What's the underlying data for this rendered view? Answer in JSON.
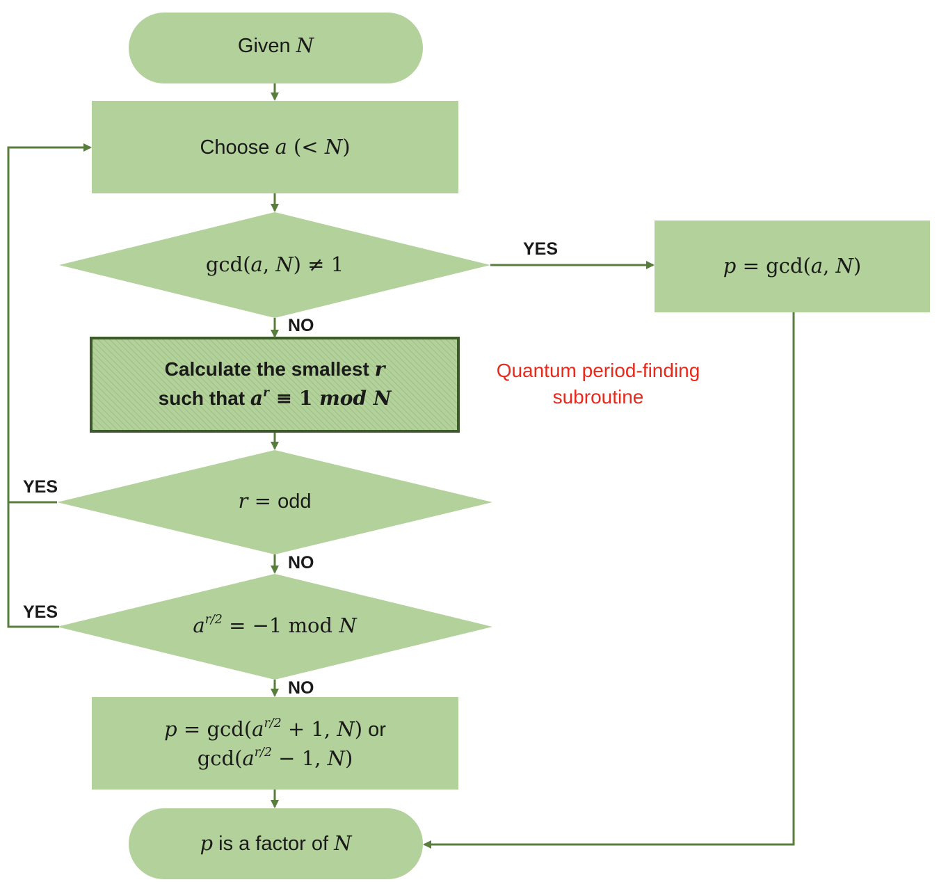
{
  "nodes": {
    "start": {
      "pre": "Given ",
      "var": "N"
    },
    "choose": {
      "pre": "Choose ",
      "var": "a",
      "mid": " (< ",
      "var2": "N",
      "post": ")"
    },
    "gcd_check": {
      "fn": "gcd(",
      "a": "a",
      "comma": ", ",
      "n": "N",
      "rest": ") ≠ 1"
    },
    "gcd_result": {
      "p": "p",
      "eq": " = gcd(",
      "a": "a",
      "comma": ", ",
      "n": "N",
      "close": ")"
    },
    "quantum": {
      "line1_text": "Calculate the smallest ",
      "line1_var": "r",
      "line2_text": "such that ",
      "line2_a": "a",
      "line2_r": "r",
      "line2_rest": " ≡ 1 ",
      "line2_mod": "mod N"
    },
    "r_odd": {
      "r": "r",
      "eq": " = ",
      "odd": "odd"
    },
    "half_power": {
      "a": "a",
      "exp": "r/2",
      "rest": " = −1 mod ",
      "n": "N"
    },
    "compute_p": {
      "p": "p",
      "l1a": " = gcd(",
      "a1": "a",
      "exp1": "r/2",
      "l1b": " + 1, ",
      "n1": "N",
      "l1c": ")",
      "or": " or",
      "l2a": "gcd(",
      "a2": "a",
      "exp2": "r/2",
      "l2b": " − 1, ",
      "n2": "N",
      "l2c": ")"
    },
    "end": {
      "p": "p",
      "text": " is a factor of ",
      "n": "N"
    }
  },
  "edge_labels": {
    "yes_gcd": "YES",
    "no_gcd": "NO",
    "yes_odd": "YES",
    "no_odd": "NO",
    "yes_half": "YES",
    "no_half": "NO"
  },
  "annotation": {
    "line1": "Quantum period-finding",
    "line2": "subroutine"
  },
  "colors": {
    "fill": "#b3d19a",
    "stroke": "#587e3b",
    "border_dark": "#3d5a2a",
    "hatch": "#9dbf83",
    "annotation": "#e8291c"
  }
}
